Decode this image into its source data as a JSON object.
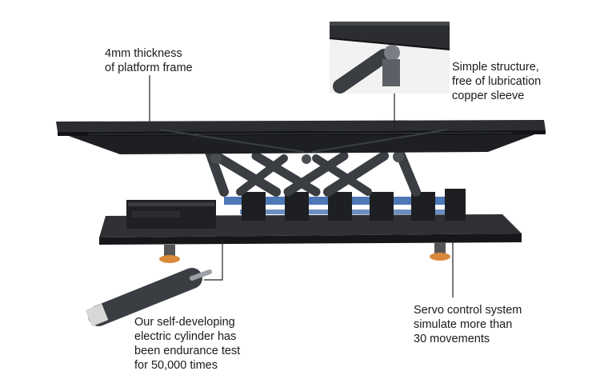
{
  "callouts": {
    "frame": {
      "lines": [
        "4mm thickness",
        "of platform frame"
      ]
    },
    "structure": {
      "lines": [
        "Simple structure,",
        "free of lubrication",
        "copper sleeve"
      ]
    },
    "cylinder": {
      "lines": [
        "Our self-developing",
        "electric cylinder has",
        "been endurance test",
        "for 50,000 times"
      ]
    },
    "servo": {
      "lines": [
        "Servo control system",
        "simulate more than",
        "30 movements"
      ]
    }
  },
  "colors": {
    "frame": "#2b2d31",
    "frame_edge": "#121316",
    "cylinder_arm": "#3a3d42",
    "servo_block": "#1d1f22",
    "cable_blue": "#2e5fa8",
    "foot_orange": "#d98a3a",
    "leader_line": "#222222"
  }
}
